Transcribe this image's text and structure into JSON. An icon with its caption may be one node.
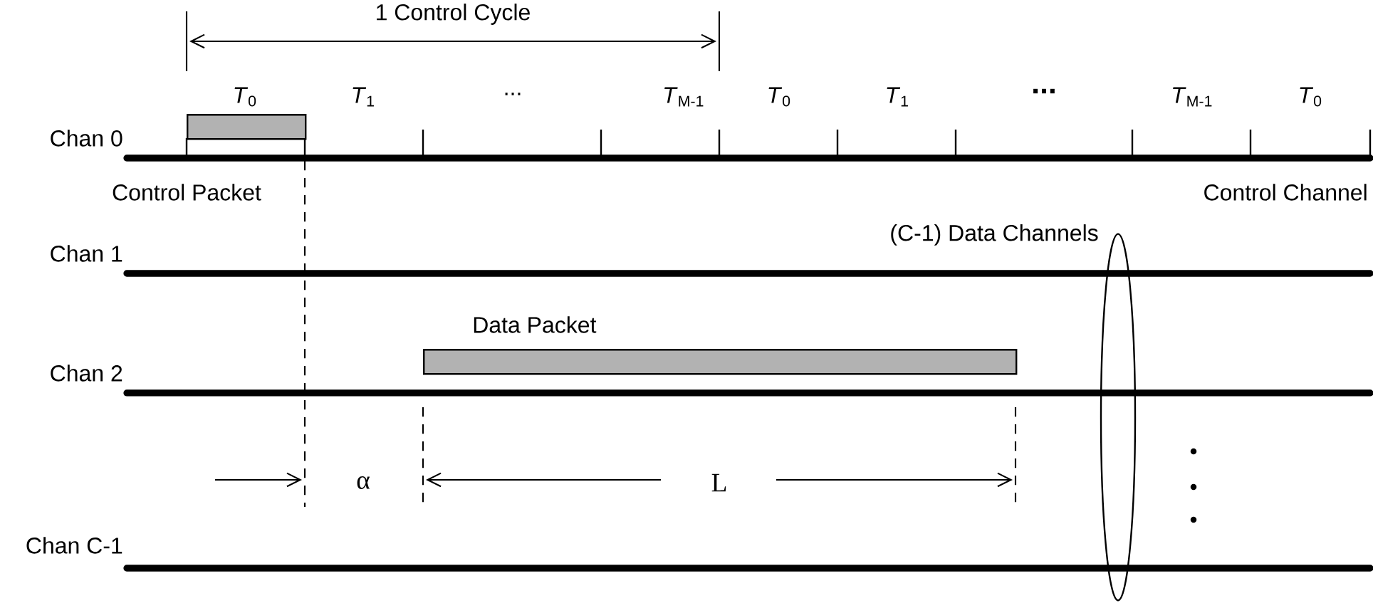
{
  "diagram": {
    "nodes": [
      {
        "text": [
          "Control Packet"
        ]
      },
      {
        "text": [
          "Data Packet"
        ]
      },
      {
        "text": [
          "(C-1) Data Channels"
        ]
      }
    ],
    "labels": [
      "1 Control Cycle",
      "*T*$_{0}$",
      "*T*$_{1}$",
      "...",
      "*T*$_{M-1}$",
      "*T*$_{0}$",
      "*T*$_{1}$",
      "...",
      "*T*$_{M-1}$",
      "*T*$_{0}$",
      "Chan 0",
      "Control Channel",
      "Chan 1",
      "Chan 2",
      "α",
      "L",
      "Chan C-1"
    ]
  }
}
